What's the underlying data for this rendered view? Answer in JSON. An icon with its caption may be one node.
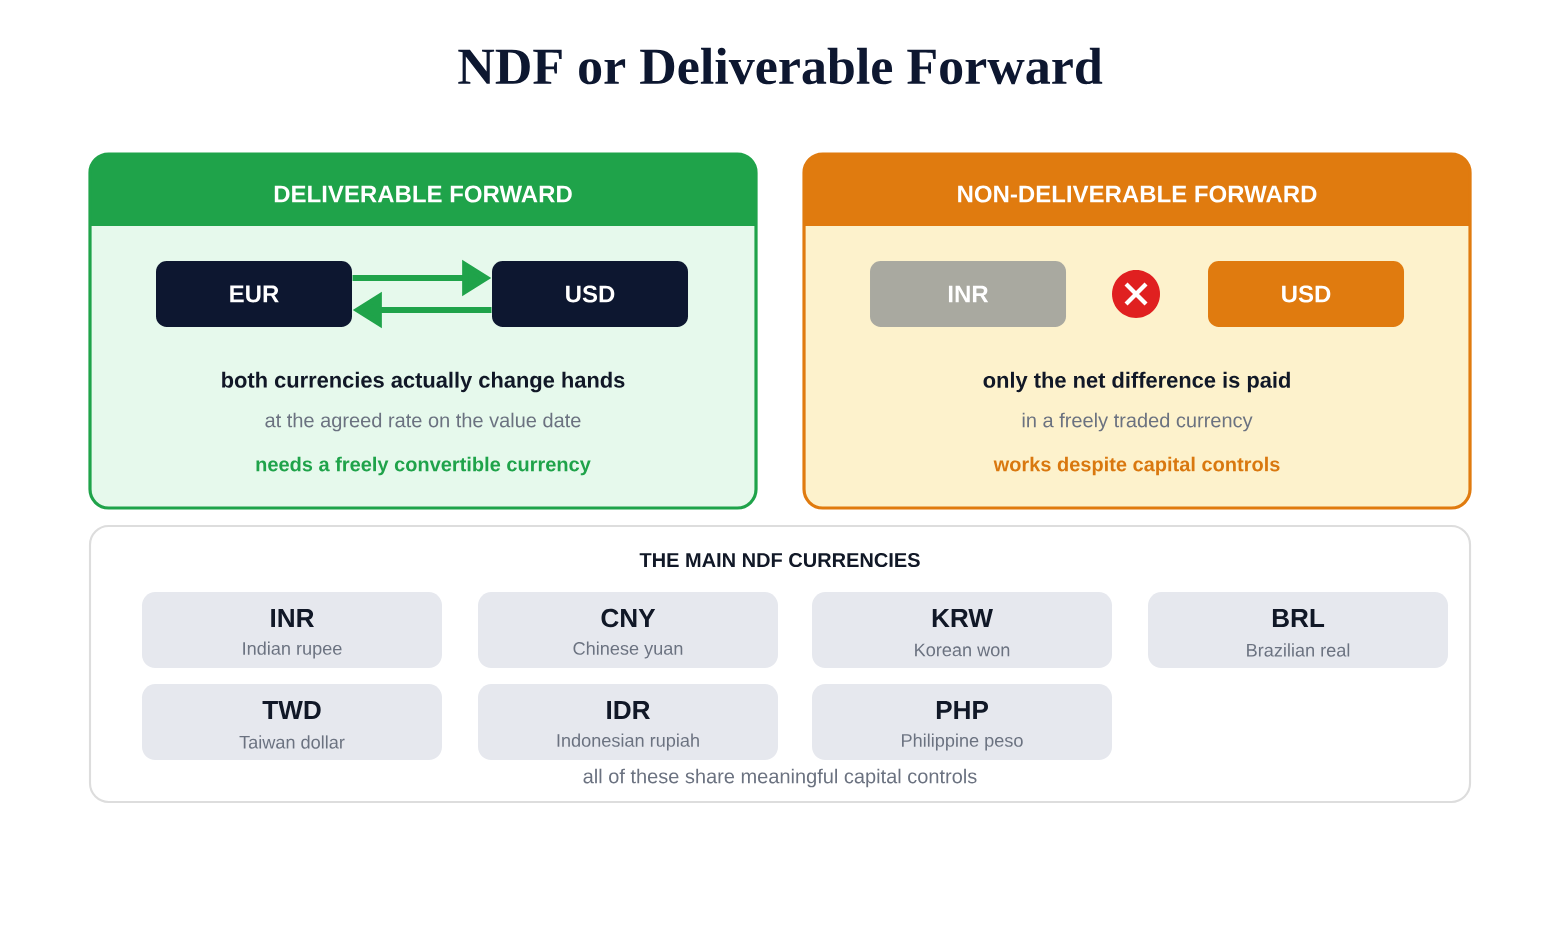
{
  "diagram": {
    "title": "NDF or Deliverable Forward",
    "nodes": [
      {
        "text": [
          "DELIVERABLE FORWARD",
          "both currencies actually change hands",
          "at the agreed rate on the value date",
          "needs a freely convertible currency"
        ]
      },
      {
        "text": [
          "EUR"
        ],
        "in": 0
      },
      {
        "text": [
          "USD"
        ],
        "in": 0
      },
      {
        "text": [
          "NON-DELIVERABLE FORWARD",
          "only the net difference is paid",
          "in a freely traded currency",
          "works despite capital controls"
        ]
      },
      {
        "text": [
          "INR"
        ],
        "in": 3
      },
      {
        "text": [
          "USD"
        ],
        "in": 3
      },
      {
        "text": [
          "THE MAIN NDF CURRENCIES",
          "all of these share meaningful capital controls"
        ]
      },
      {
        "text": [
          "INR",
          "Indian rupee"
        ],
        "in": 6
      },
      {
        "text": [
          "CNY",
          "Chinese yuan"
        ],
        "in": 6
      },
      {
        "text": [
          "KRW",
          "Korean won"
        ],
        "in": 6
      },
      {
        "text": [
          "BRL",
          "Brazilian real"
        ],
        "in": 6
      },
      {
        "text": [
          "TWD",
          "Taiwan dollar"
        ],
        "in": 6
      },
      {
        "text": [
          "IDR",
          "Indonesian rupiah"
        ],
        "in": 6
      },
      {
        "text": [
          "PHP",
          "Philippine peso"
        ],
        "in": 6
      }
    ],
    "edges": [
      {
        "from": 1,
        "to": 2,
        "arrow": "to"
      },
      {
        "from": 2,
        "to": 1,
        "arrow": "to"
      }
    ]
  }
}
